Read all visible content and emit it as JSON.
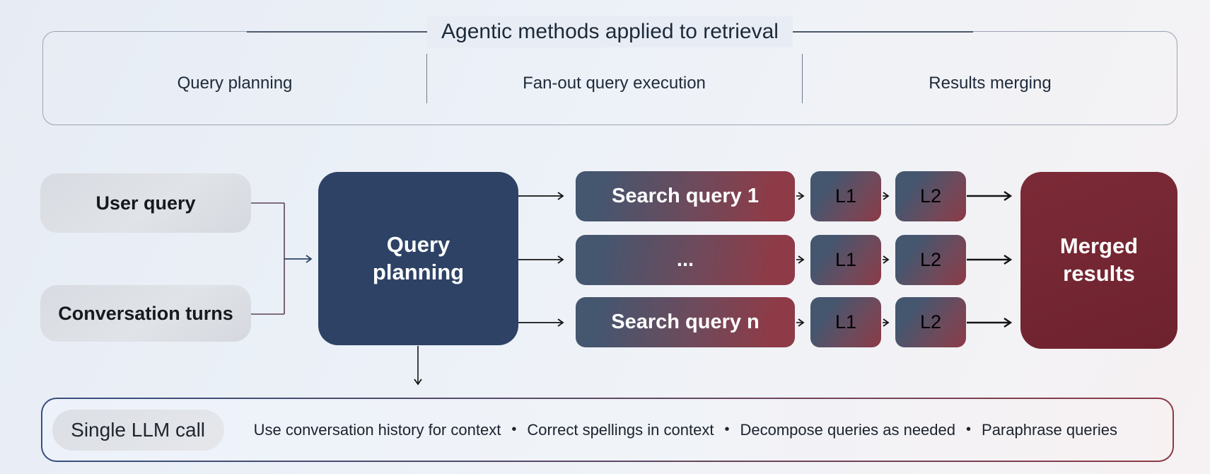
{
  "header": {
    "title": "Agentic methods applied to retrieval",
    "columns": [
      {
        "label": "Query planning"
      },
      {
        "label": "Fan-out query execution"
      },
      {
        "label": "Results merging"
      }
    ]
  },
  "inputs": {
    "user_query": "User query",
    "conversation_turns": "Conversation turns"
  },
  "planner": {
    "label": "Query planning"
  },
  "rows": [
    {
      "query": "Search query 1",
      "l1": "L1",
      "l2": "L2"
    },
    {
      "query": "...",
      "l1": "L1",
      "l2": "L2"
    },
    {
      "query": "Search query n",
      "l1": "L1",
      "l2": "L2"
    }
  ],
  "merged": {
    "label": "Merged results"
  },
  "bottom": {
    "badge": "Single LLM call",
    "separator": "•",
    "items": [
      "Use conversation history for context",
      "Correct spellings in context",
      "Decompose queries as needed",
      "Paraphrase queries"
    ]
  },
  "colors": {
    "planner_navy": "#2d4265",
    "merged_maroon": "#732632",
    "gradient_navy": "#45566f",
    "gradient_red": "#8e3b47",
    "input_gray": "#dcdfe4",
    "arrow_black": "#141414",
    "arrow_navy": "#2f4468",
    "bracket_purple": "#5a4356",
    "panel_border": "#9aa4b2"
  }
}
